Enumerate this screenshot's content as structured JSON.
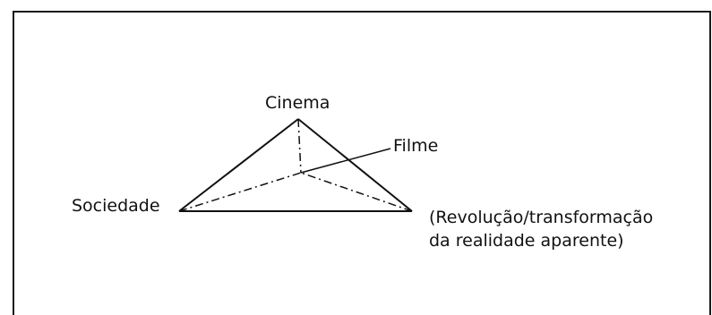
{
  "diagram": {
    "apex_label": "Cinema",
    "center_label": "Filme",
    "left_label": "Sociedade",
    "right_label_line1": "(Revolução/transformação",
    "right_label_line2": "da realidade aparente)"
  }
}
